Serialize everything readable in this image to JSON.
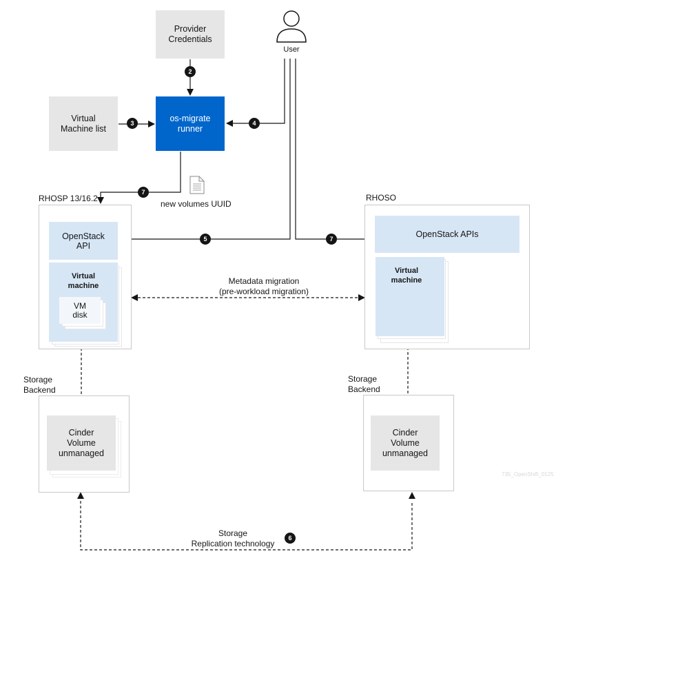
{
  "nodes": {
    "provider": "Provider\nCredentials",
    "user": "User",
    "vm_list": "Virtual\nMachine list",
    "runner": "os-migrate\nrunner",
    "doc_label": "new volumes UUID",
    "src_title": "RHOSP 13/16.2",
    "src_api": "OpenStack\nAPI",
    "src_vm": "Virtual\nmachine",
    "src_disk": "VM\ndisk",
    "dst_title": "RHOSO",
    "dst_api": "OpenStack APIs",
    "dst_vm": "Virtual\nmachine",
    "metadata": "Metadata migration\n(pre-workload migration)",
    "src_storage_label": "Storage\nBackend",
    "dst_storage_label": "Storage\nBackend",
    "src_cinder": "Cinder\nVolume\nunmanaged",
    "dst_cinder": "Cinder\nVolume\nunmanaged",
    "replication": "Storage\nReplication technology",
    "watermark": "735_OpenShift_0125"
  },
  "steps": {
    "s2": "2",
    "s3": "3",
    "s4": "4",
    "s5": "5",
    "s6": "6",
    "s7a": "7",
    "s7b": "7"
  },
  "colors": {
    "runner": "#0066cc",
    "grey": "#e6e6e6",
    "light_blue": "#d7e6f5",
    "badge": "#151515"
  },
  "icons": {
    "user": "user-icon",
    "document": "document-icon"
  }
}
